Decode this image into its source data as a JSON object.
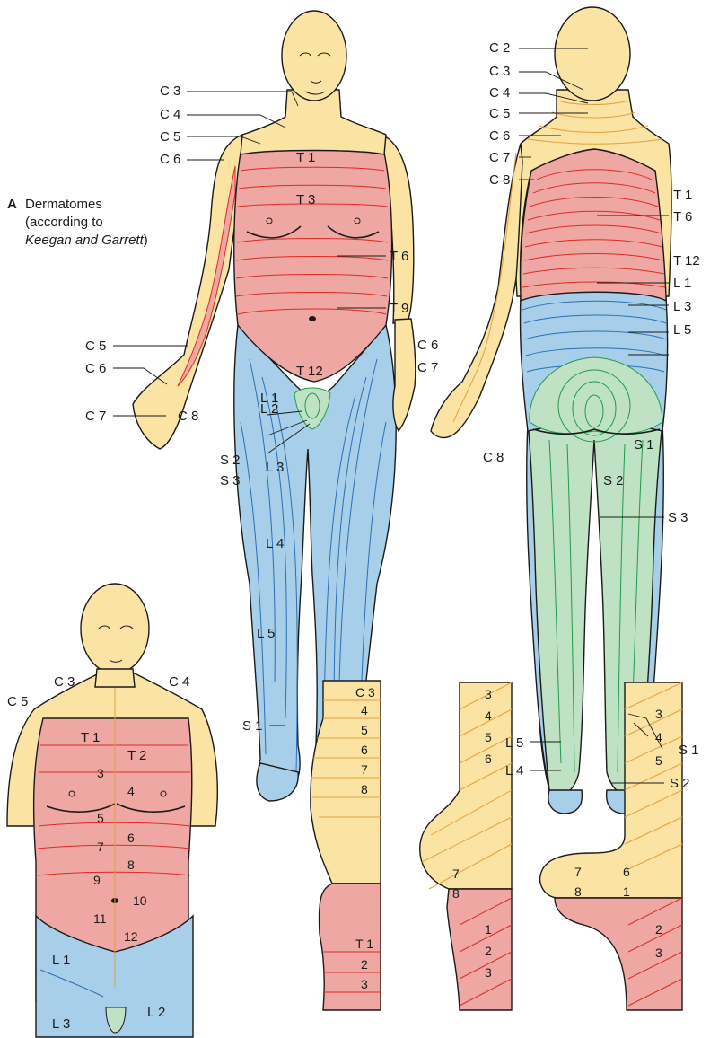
{
  "caption": {
    "letter": "A",
    "line1": "Dermatomes",
    "line2": "(according to",
    "line3_italic": "Keegan and Garrett",
    "line3_end": ")"
  },
  "colors": {
    "cervical": "#fbe3a3",
    "thoracic": "#eea7a2",
    "lumbar": "#a7cfe9",
    "sacral": "#bfe2c4",
    "cervical_line": "#e4a13a",
    "thoracic_line": "#dd2b25",
    "lumbar_line": "#2a6fb7",
    "sacral_line": "#1f9a4a"
  },
  "front": {
    "c3": "C 3",
    "c4": "C 4",
    "c5": "C 5",
    "c6": "C 6",
    "t1": "T 1",
    "t3": "T 3",
    "t6": "T 6",
    "t9": "T 9",
    "c5b": "C 5",
    "c6b": "C 6",
    "c7": "C 7",
    "c8": "C 8",
    "l1": "L 1",
    "t12": "T 12",
    "l2": "L 2",
    "s2": "S 2",
    "s3": "S 3",
    "l3": "L 3",
    "l4": "L 4",
    "l5": "L 5",
    "s1": "S 1"
  },
  "back": {
    "c2": "C 2",
    "c3": "C 3",
    "c4": "C 4",
    "c5": "C 5",
    "c6": "C 6",
    "c7": "C 7",
    "c8": "C 8",
    "t1": "T 1",
    "t6": "T 6",
    "t12": "T 12",
    "l1": "L 1",
    "l3": "L 3",
    "l5": "L 5",
    "c6b": "C 6",
    "c7b": "C 7",
    "c8b": "C 8",
    "s1": "S 1",
    "s2": "S 2",
    "s3": "S 3",
    "s1b": "S 1",
    "l5b": "L 5",
    "l4": "L 4",
    "s2b": "S 2"
  },
  "torso": {
    "c3": "C 3",
    "c4": "C 4",
    "c5": "C 5",
    "t1": "T 1",
    "t2": "T 2",
    "n3": "3",
    "n4": "4",
    "n5": "5",
    "n6": "6",
    "n7": "7",
    "n8": "8",
    "n9": "9",
    "n10": "10",
    "n11": "11",
    "n12": "12",
    "l1": "L 1",
    "l2": "L 2",
    "l3": "L 3"
  },
  "schema1": [
    "C 3",
    "4",
    "5",
    "6",
    "7",
    "8",
    "T 1",
    "2",
    "3"
  ],
  "schema2": {
    "top": [
      "3",
      "4",
      "5",
      "6"
    ],
    "mid": [
      "7",
      "8"
    ],
    "low": [
      "1",
      "2",
      "3"
    ]
  },
  "schema3": {
    "top": [
      "3",
      "4",
      "5"
    ],
    "mid": [
      "7",
      "6",
      "8",
      "1"
    ],
    "low": [
      "2",
      "3"
    ]
  }
}
